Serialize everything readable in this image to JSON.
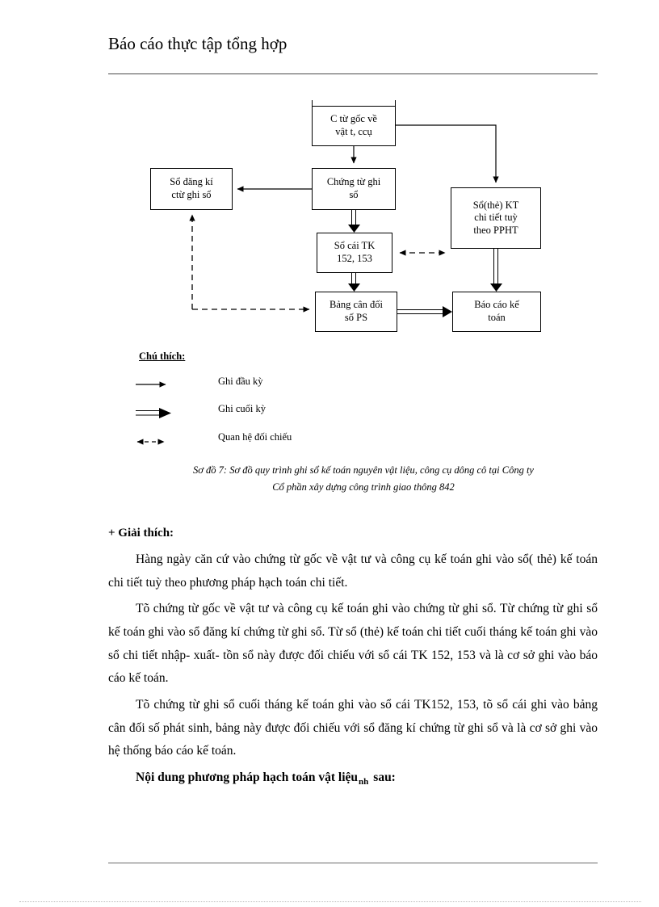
{
  "header": {
    "title": "Báo cáo thực tập tổng hợp"
  },
  "diagram": {
    "boxes": [
      {
        "id": "ctu-goc",
        "label": "C từ gốc về\nvật t,   ccụ"
      },
      {
        "id": "so-dang-ki",
        "label": "Sổ đăng kí\nctừ ghi sổ"
      },
      {
        "id": "chung-tu-ghi-so",
        "label": "Chứng từ ghi\nsổ"
      },
      {
        "id": "so-the-kt",
        "label": "Sổ(thẻ) KT\nchi tiết tuỳ\ntheo PPHT"
      },
      {
        "id": "so-cai-tk",
        "label": "Sổ cái TK\n152, 153"
      },
      {
        "id": "bang-can-doi",
        "label": "Bảng cân đối\nsố PS"
      },
      {
        "id": "bao-cao-ke-toan",
        "label": "Báo cáo kế\ntoán"
      }
    ]
  },
  "legend": {
    "title": "Chú thích:",
    "items": [
      {
        "style": "single-arrow",
        "label": "Ghi đầu kỳ"
      },
      {
        "style": "double-line-arrow",
        "label": "Ghi cuối kỳ"
      },
      {
        "style": "dashed-double-arrow",
        "label": "Quan hệ đối chiếu"
      }
    ]
  },
  "caption": {
    "line1": "Sơ đồ 7: Sơ đồ quy trình ghi sổ kế toán  nguyên vật liệu, công cụ dông cô  tại Công ty",
    "line2": "Cổ phần xây dựng công trình giao thông 842"
  },
  "body": {
    "heading": "+ Giải thích:",
    "paragraphs": [
      "Hàng ngày căn cứ vào chứng từ gốc về vật tư và công cụ kế toán ghi vào sổ( thẻ) kế toán chi tiết tuỳ theo phương pháp hạch toán chi tiết.",
      "Tõ chứng từ gốc về vật tư và công cụ kế toán ghi vào chứng từ ghi sổ. Từ chứng từ ghi sổ kế toán ghi vào sổ đăng kí chứng từ ghi sổ. Từ sổ (thẻ) kế toán chi tiết cuối tháng kế toán ghi vào sổ chi tiết nhập- xuất- tồn sổ này được đối chiếu với sổ cái TK 152, 153 và là cơ sở ghi vào báo cáo kế toán.",
      "Tõ chứng từ ghi sổ cuối tháng kế toán ghi vào sổ cái TK152, 153, tõ sổ cái ghi vào bảng cân đối số phát sinh, bảng này được đối chiếu với sổ đăng kí chứng từ ghi sổ và là cơ sở ghi vào hệ thống báo cáo kế toán."
    ],
    "final_line": {
      "part1": "Nội dung phương pháp hạch toán vật liệu",
      "subscript": "nh",
      "part2": "sau:"
    }
  },
  "colors": {
    "ink": "#000000",
    "rule": "#4a4a4a",
    "page_background": "#ffffff"
  }
}
